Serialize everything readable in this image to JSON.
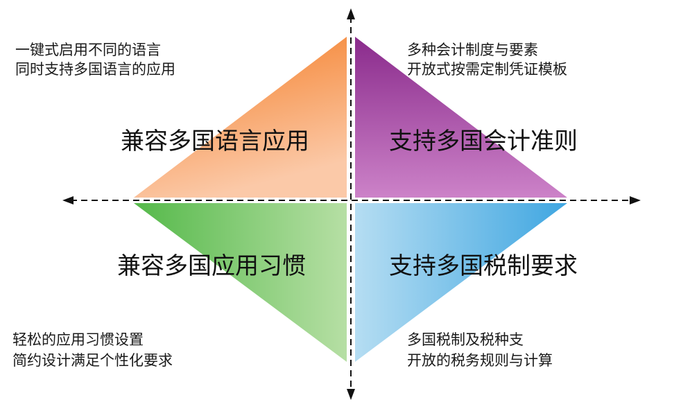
{
  "quadrants": {
    "top_left": {
      "title": "兼容多国语言应用",
      "notes": [
        "一键式启用不同的语言",
        "同时支持多国语言的应用"
      ],
      "color_start": "#F47A20",
      "color_end": "#FBC9A8"
    },
    "top_right": {
      "title": "支持多国会计准则",
      "notes": [
        "多种会计制度与要素",
        "开放式按需定制凭证模板"
      ],
      "color_start": "#8A2B8C",
      "color_end": "#CC82C8"
    },
    "bottom_left": {
      "title": "兼容多国应用习惯",
      "notes": [
        "轻松的应用习惯设置",
        "简约设计满足个性化要求"
      ],
      "color_start": "#55B94A",
      "color_end": "#B6DFA4"
    },
    "bottom_right": {
      "title": "支持多国税制要求",
      "notes": [
        "多国税制及税种支",
        "开放的税务规则与计算"
      ],
      "color_start": "#3FA6E1",
      "color_end": "#B5DDF2"
    }
  }
}
